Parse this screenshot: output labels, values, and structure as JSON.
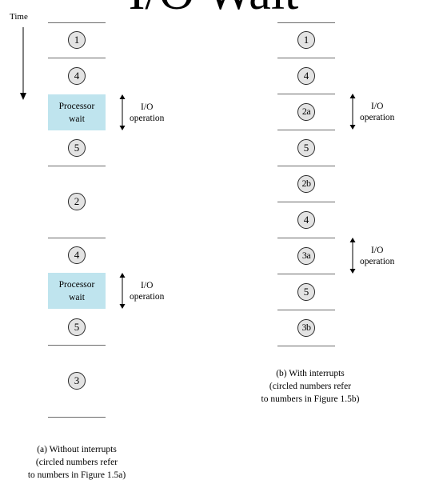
{
  "title": "I/O Wait",
  "time_label": "Time",
  "left_column": {
    "wait_line1": "Processor",
    "wait_line2": "wait",
    "steps": [
      "1",
      "4",
      "5",
      "2",
      "4",
      "5",
      "3"
    ],
    "io_line1": "I/O",
    "io_line2": "operation",
    "caption_line1": "(a) Without interrupts",
    "caption_line2": "(circled numbers refer",
    "caption_line3": "to numbers in Figure 1.5a)"
  },
  "right_column": {
    "steps": [
      "1",
      "4",
      "2a",
      "5",
      "2b",
      "4",
      "3a",
      "5",
      "3b"
    ],
    "io_line1": "I/O",
    "io_line2": "operation",
    "caption_line1": "(b) With interrupts",
    "caption_line2": "(circled numbers refer",
    "caption_line3": "to numbers in Figure 1.5b)"
  },
  "colors": {
    "processor_wait_fill": "#bfe4ee",
    "step_circle_fill": "#e3e3e3"
  }
}
